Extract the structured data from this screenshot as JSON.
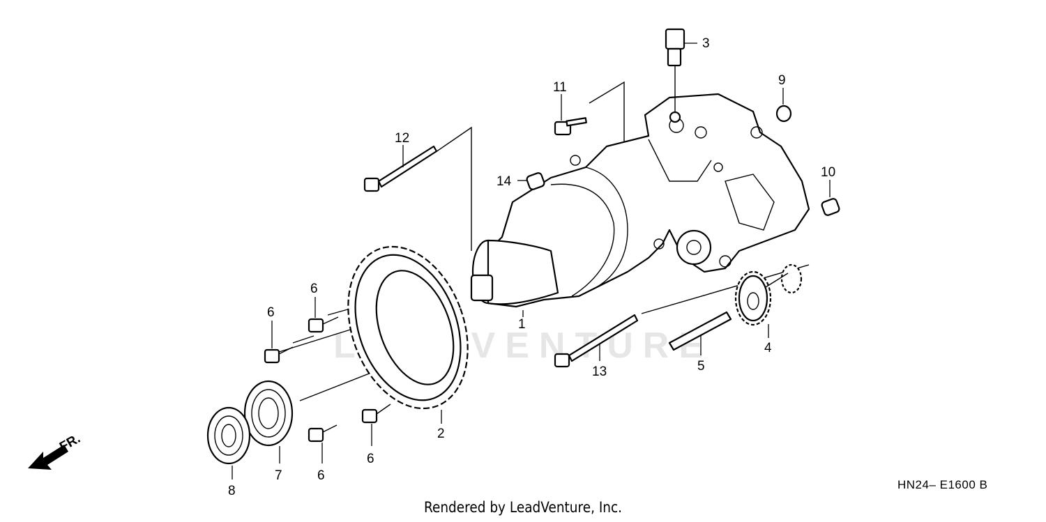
{
  "diagram": {
    "code": "HN24– E1600 B",
    "credit": "Rendered by LeadVenture, Inc.",
    "watermark": "LEADVENTURE",
    "direction_label": "FR.",
    "callouts": [
      "1",
      "2",
      "3",
      "4",
      "5",
      "6",
      "6",
      "6",
      "6",
      "7",
      "8",
      "9",
      "10",
      "11",
      "12",
      "13",
      "14"
    ]
  }
}
